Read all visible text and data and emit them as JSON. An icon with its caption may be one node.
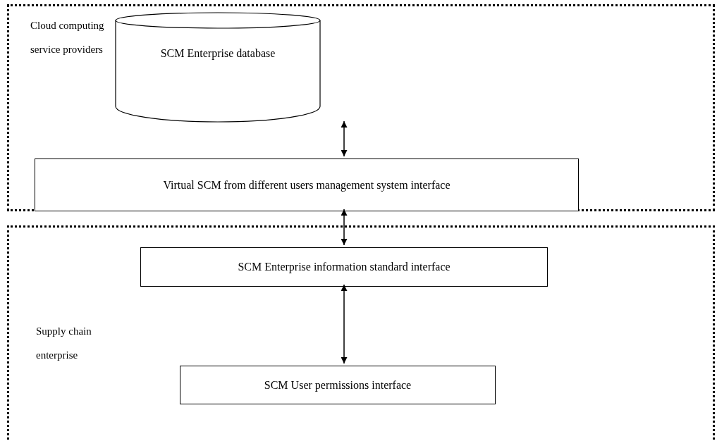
{
  "diagram": {
    "nodes": [
      {
        "text": [
          "Cloud computing service providers"
        ]
      },
      {
        "text": [
          "SCM Enterprise database"
        ],
        "in": 0
      },
      {
        "text": [
          "Virtual SCM from different users management system interface"
        ],
        "in": 0
      },
      {
        "text": [
          "Supply chain enterprise"
        ]
      },
      {
        "text": [
          "SCM Enterprise information standard interface"
        ],
        "in": 3
      },
      {
        "text": [
          "SCM User permissions interface"
        ],
        "in": 3
      }
    ],
    "edges": [
      {
        "from": 1,
        "to": 2,
        "arrow": "both"
      },
      {
        "from": 2,
        "to": 4,
        "arrow": "both"
      },
      {
        "from": 4,
        "to": 5,
        "arrow": "both"
      }
    ]
  }
}
